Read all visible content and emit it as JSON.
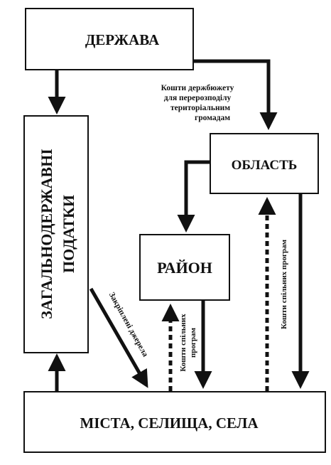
{
  "nodes": {
    "state": "ДЕРЖАВА",
    "taxes_line1": "ЗАГАЛЬНОДЕРЖАВНІ",
    "taxes_line2": "ПОДАТКИ",
    "oblast": "ОБЛАСТЬ",
    "rayon": "РАЙОН",
    "local": "МІСТА, СЕЛИЩА, СЕЛА"
  },
  "labels": {
    "budget_transfer": [
      "Кошти держбюжету",
      "для перерозподілу",
      "територіальним",
      "громадам"
    ],
    "assigned_sources": "Закріплені джерела",
    "joint_programs_rayon": [
      "Кошти спільних",
      "програм"
    ],
    "joint_programs_oblast": "Кошти спільних програм"
  },
  "colors": {
    "line": "#111111",
    "background": "#ffffff"
  }
}
